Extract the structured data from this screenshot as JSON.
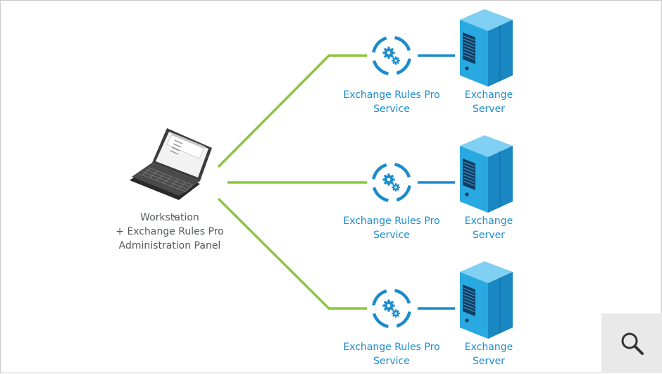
{
  "workstation": {
    "line1": "Workstation",
    "line2": "+ Exchange Rules Pro",
    "line3": "Administration Panel"
  },
  "rows": [
    {
      "service_line1": "Exchange Rules Pro",
      "service_line2": "Service",
      "server_line1": "Exchange",
      "server_line2": "Server"
    },
    {
      "service_line1": "Exchange Rules Pro",
      "service_line2": "Service",
      "server_line1": "Exchange",
      "server_line2": "Server"
    },
    {
      "service_line1": "Exchange Rules Pro",
      "service_line2": "Service",
      "server_line1": "Exchange",
      "server_line2": "Server"
    }
  ],
  "zoom_button": {
    "icon": "magnifier-icon"
  },
  "colors": {
    "connector_green": "#8dc63f",
    "service_blue": "#1a8ccc",
    "server_blue": "#29a9e1",
    "label_blue": "#1a8ccc",
    "label_gray": "#555a60"
  }
}
